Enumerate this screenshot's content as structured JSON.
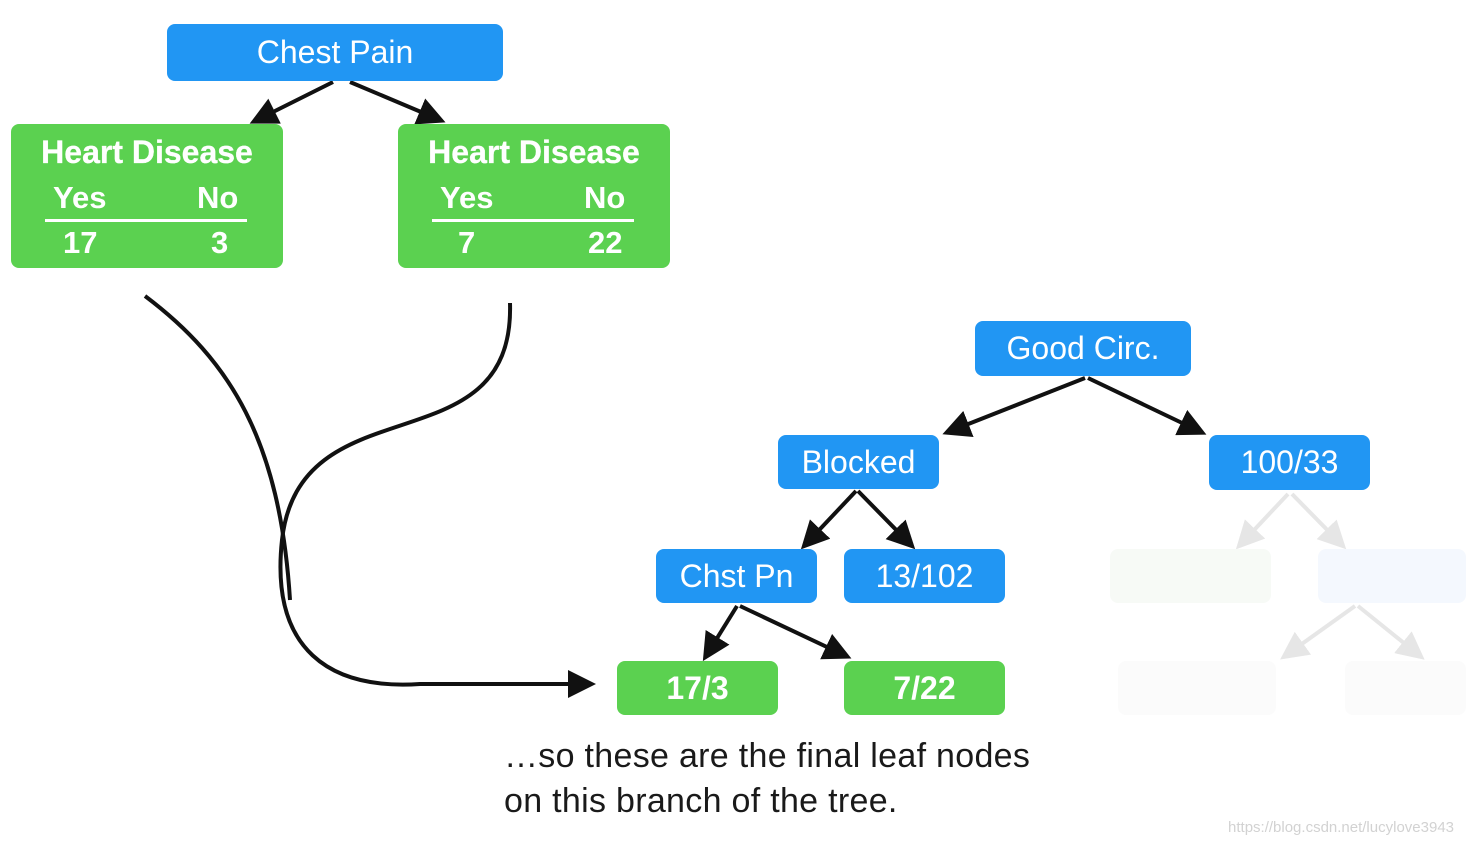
{
  "colors": {
    "decision": "#2196f3",
    "leaf": "#5bd150",
    "ink": "#1a1a1a"
  },
  "left_tree": {
    "root": "Chest Pain",
    "left_leaf": {
      "title": "Heart Disease",
      "yes_label": "Yes",
      "no_label": "No",
      "yes_count": "17",
      "no_count": "3"
    },
    "right_leaf": {
      "title": "Heart Disease",
      "yes_label": "Yes",
      "no_label": "No",
      "yes_count": "7",
      "no_count": "22"
    }
  },
  "right_tree": {
    "root": "Good Circ.",
    "blocked": "Blocked",
    "good_leaf": "100/33",
    "chest_pain": "Chst Pn",
    "blocked_leaf": "13/102",
    "leaf_left": "17/3",
    "leaf_right": "7/22"
  },
  "caption": {
    "line1": "…so these are the final leaf nodes",
    "line2": "on this branch of the tree."
  },
  "watermark": "https://blog.csdn.net/lucylove3943"
}
